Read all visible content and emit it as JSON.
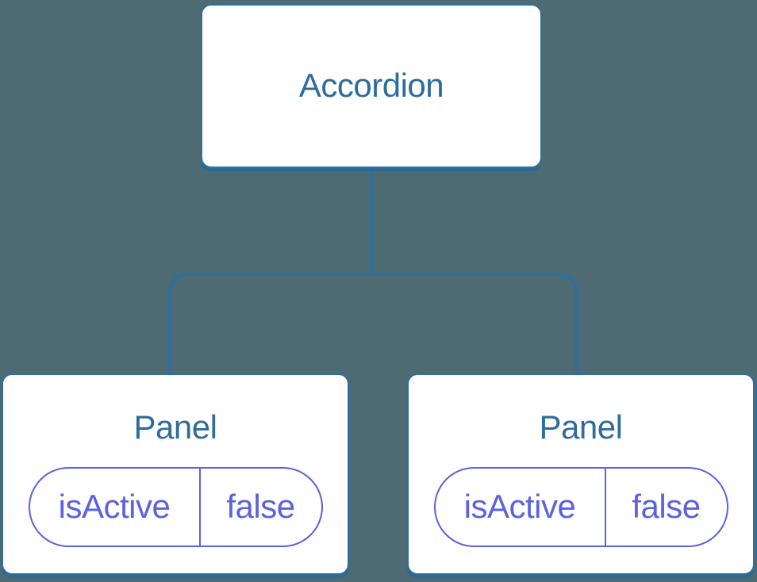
{
  "diagram": {
    "kind": "component-tree",
    "colors": {
      "background": "#4e6a73",
      "tree_line": "#2e6f9e",
      "node_border": "#2e6f9e",
      "node_shadow": "#2b6a97",
      "node_fill": "#ffffff",
      "node_text": "#2d6c9b",
      "state_accent": "#5c61dd"
    },
    "root": {
      "label": "Accordion"
    },
    "children": [
      {
        "label": "Panel",
        "state": {
          "key": "isActive",
          "value": "false"
        }
      },
      {
        "label": "Panel",
        "state": {
          "key": "isActive",
          "value": "false"
        }
      }
    ]
  }
}
